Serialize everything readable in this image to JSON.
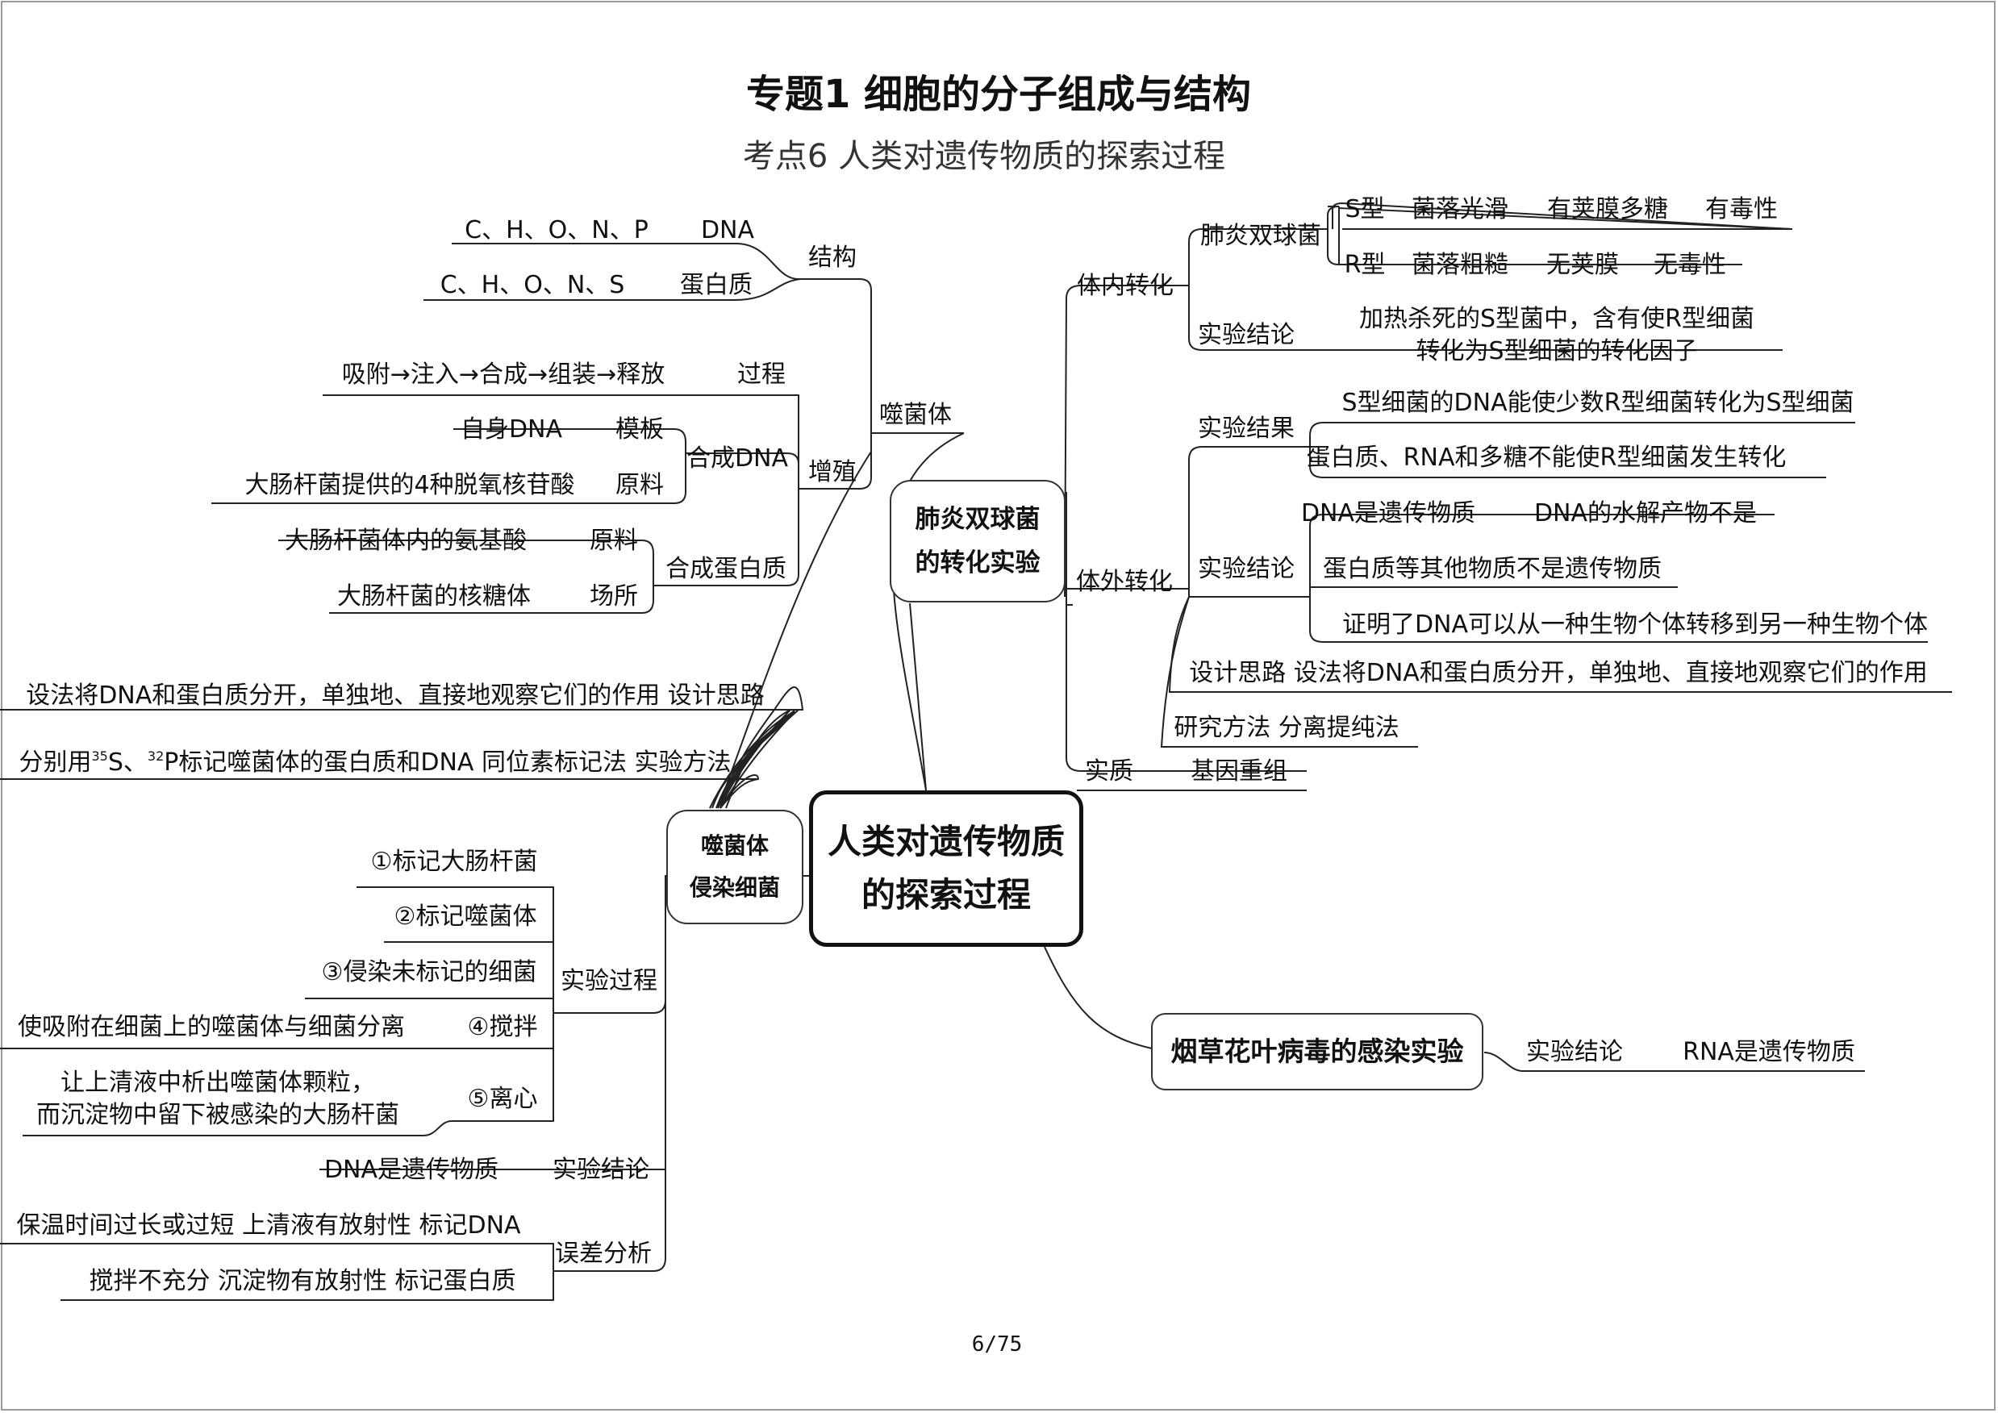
{
  "header": {
    "title": "专题1  细胞的分子组成与结构",
    "subtitle": "考点6  人类对遗传物质的探索过程"
  },
  "footer": {
    "page": "6/75"
  },
  "center": {
    "line1": "人类对遗传物质",
    "line2": "的探索过程"
  },
  "pneumococcus": {
    "line1": "肺炎双球菌",
    "line2": "的转化实验",
    "in_vivo": {
      "label": "体内转化",
      "bacteria_label": "肺炎双球菌",
      "s_type": {
        "name": "S型",
        "colony": "菌落光滑",
        "capsule": "有荚膜多糖",
        "toxicity": "有毒性"
      },
      "r_type": {
        "name": "R型",
        "colony": "菌落粗糙",
        "capsule": "无荚膜",
        "toxicity": "无毒性"
      },
      "conclusion_label": "实验结论",
      "conclusion_line1": "加热杀死的S型菌中，含有使R型细菌",
      "conclusion_line2": "转化为S型细菌的转化因子"
    },
    "in_vitro": {
      "label": "体外转化",
      "result_label": "实验结果",
      "result_1": "S型细菌的DNA能使少数R型细菌转化为S型细菌",
      "result_2": "蛋白质、RNA和多糖不能使R型细菌发生转化",
      "conclusion_label": "实验结论",
      "conclusion_1a": "DNA是遗传物质",
      "conclusion_1b": "DNA的水解产物不是",
      "conclusion_2": "蛋白质等其他物质不是遗传物质",
      "conclusion_3": "证明了DNA可以从一种生物个体转移到另一种生物个体",
      "design": "设计思路  设法将DNA和蛋白质分开，单独地、直接地观察它们的作用",
      "method": "研究方法  分离提纯法"
    },
    "essence": {
      "label": "实质",
      "value": "基因重组"
    }
  },
  "phage_node": {
    "label": "噬菌体",
    "structure": {
      "label": "结构",
      "row1_elements": "C、H、O、N、P",
      "row1_component": "DNA",
      "row2_elements": "C、H、O、N、S",
      "row2_component": "蛋白质"
    },
    "reproduction": {
      "label": "增殖",
      "process_value": "吸附→注入→合成→组装→释放",
      "process_label": "过程",
      "dna_synthesis": {
        "label": "合成DNA",
        "template_value": "自身DNA",
        "template_label": "模板",
        "material_value": "大肠杆菌提供的4种脱氧核苷酸",
        "material_label": "原料"
      },
      "protein_synthesis": {
        "label": "合成蛋白质",
        "material_value": "大肠杆菌体内的氨基酸",
        "material_label": "原料",
        "site_value": "大肠杆菌的核糖体",
        "site_label": "场所"
      }
    }
  },
  "phage_infection": {
    "line1": "噬菌体",
    "line2": "侵染细菌",
    "design_text": "设法将DNA和蛋白质分开，单独地、直接地观察它们的作用  设计思路",
    "method_prefix": "分别用",
    "method_iso1": "35",
    "method_mid": "S、",
    "method_iso2": "32",
    "method_rest": "P标记噬菌体的蛋白质和DNA  同位素标记法  实验方法",
    "process": {
      "label": "实验过程",
      "step1": "①标记大肠杆菌",
      "step2": "②标记噬菌体",
      "step3": "③侵染未标记的细菌",
      "step4": "④搅拌",
      "step4_note": "使吸附在细菌上的噬菌体与细菌分离",
      "step5": "⑤离心",
      "step5_note_line1": "让上清液中析出噬菌体颗粒，",
      "step5_note_line2": "而沉淀物中留下被感染的大肠杆菌"
    },
    "conclusion": {
      "label": "实验结论",
      "value": "DNA是遗传物质"
    },
    "error": {
      "label": "误差分析",
      "row1": "保温时间过长或过短  上清液有放射性  标记DNA",
      "row2": "搅拌不充分  沉淀物有放射性  标记蛋白质"
    }
  },
  "tmv": {
    "label": "烟草花叶病毒的感染实验",
    "conclusion_label": "实验结论",
    "conclusion_value": "RNA是遗传物质"
  }
}
